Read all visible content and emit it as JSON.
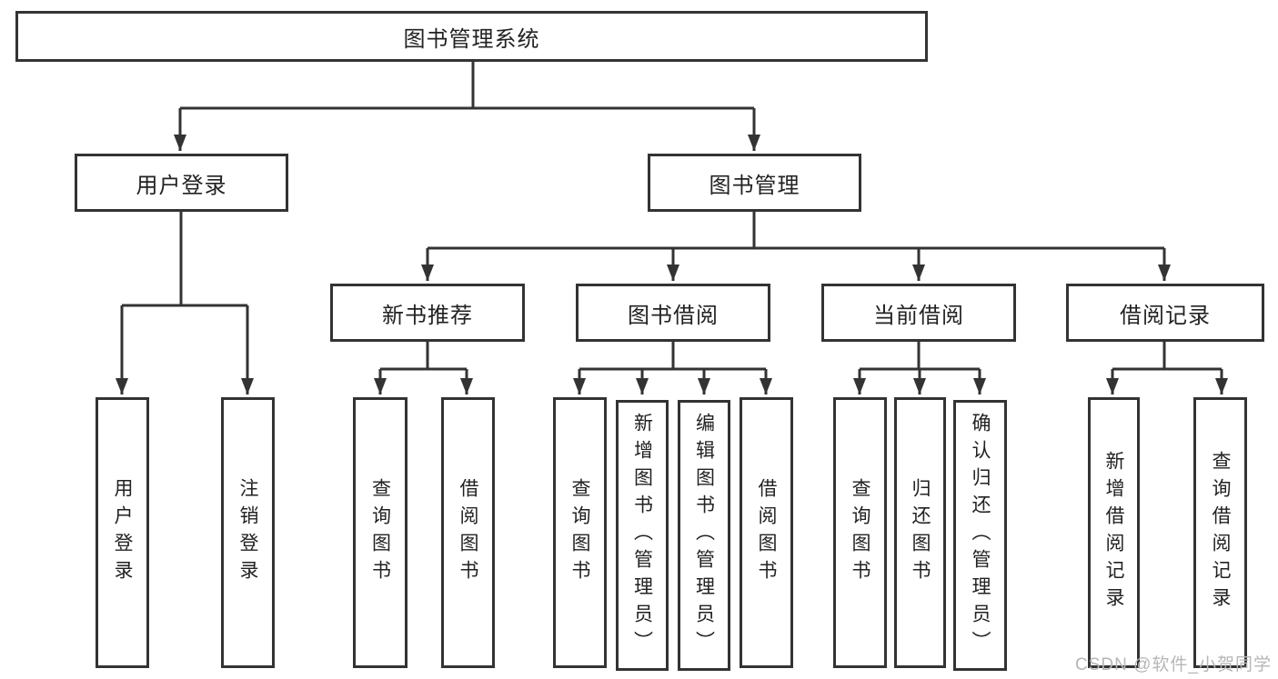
{
  "colors": {
    "line": "#333333",
    "box_border": "#333333",
    "text": "#222222",
    "watermark": "#b6b6b6",
    "background": "#ffffff"
  },
  "watermark": "CSDN @软件_小贺同学",
  "tree": {
    "root": "图书管理系统",
    "branches": [
      {
        "label": "用户登录",
        "children": [
          "用户登录",
          "注销登录"
        ]
      },
      {
        "label": "图书管理",
        "children": [
          {
            "label": "新书推荐",
            "children": [
              "查询图书",
              "借阅图书"
            ]
          },
          {
            "label": "图书借阅",
            "children": [
              "查询图书",
              "新增图书（管理员）",
              "编辑图书（管理员）",
              "借阅图书"
            ]
          },
          {
            "label": "当前借阅",
            "children": [
              "查询图书",
              "归还图书",
              "确认归还（管理员）"
            ]
          },
          {
            "label": "借阅记录",
            "children": [
              "新增借阅记录",
              "查询借阅记录"
            ]
          }
        ]
      }
    ]
  }
}
